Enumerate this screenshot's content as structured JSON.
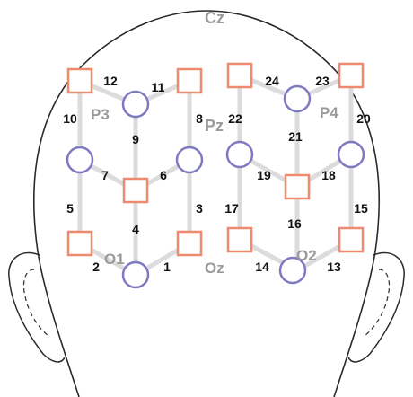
{
  "colors": {
    "source": "#ee8a6f",
    "detector": "#7f79c2",
    "channel_line": "#dcdcdc",
    "head_outline": "#2a2a2a",
    "label": "#111111",
    "position_label": "#9a9a9a"
  },
  "positions": {
    "cz": "Cz",
    "pz": "Pz",
    "p3": "P3",
    "p4": "P4",
    "o1": "O1",
    "oz": "Oz",
    "o2": "O2"
  },
  "channels": {
    "c1": "1",
    "c2": "2",
    "c3": "3",
    "c4": "4",
    "c5": "5",
    "c6": "6",
    "c7": "7",
    "c8": "8",
    "c9": "9",
    "c10": "10",
    "c11": "11",
    "c12": "12",
    "c13": "13",
    "c14": "14",
    "c15": "15",
    "c16": "16",
    "c17": "17",
    "c18": "18",
    "c19": "19",
    "c20": "20",
    "c21": "21",
    "c22": "22",
    "c23": "23",
    "c24": "24"
  }
}
